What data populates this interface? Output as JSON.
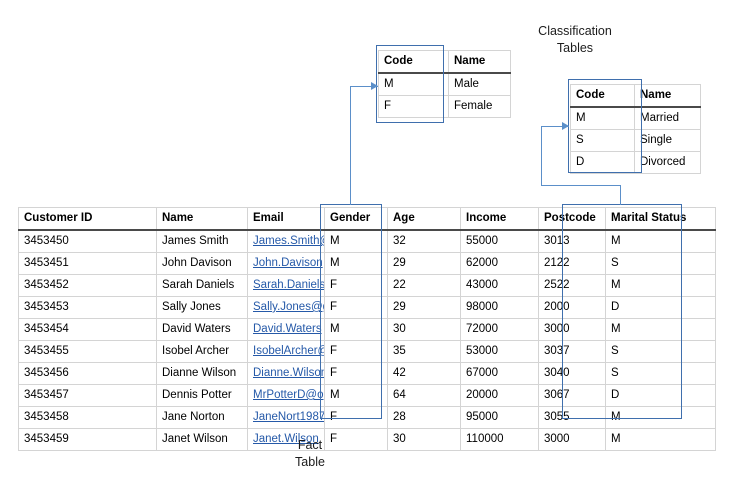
{
  "captions": {
    "classification": "Classification\nTables",
    "classification_line1": "Classification",
    "classification_line2": "Tables",
    "fact_line1": "Fact",
    "fact_line2": "Table"
  },
  "colors": {
    "accent_blue": "#3f6fad",
    "connector_blue": "#5b8fc9",
    "link_blue": "#2559a8",
    "grid_gray": "#d4d4d4",
    "header_rule": "#4a4a4a"
  },
  "gender_lookup": {
    "name": "Gender Classification Table",
    "columns": [
      "Code",
      "Name"
    ],
    "rows": [
      [
        "M",
        "Male"
      ],
      [
        "F",
        "Female"
      ]
    ]
  },
  "marital_lookup": {
    "name": "Marital Status Classification Table",
    "columns": [
      "Code",
      "Name"
    ],
    "rows": [
      [
        "M",
        "Married"
      ],
      [
        "S",
        "Single"
      ],
      [
        "D",
        "Divorced"
      ]
    ]
  },
  "fact_table": {
    "name": "Fact Table",
    "columns": [
      "Customer ID",
      "Name",
      "Email",
      "Gender",
      "Age",
      "Income",
      "Postcode",
      "Marital Status"
    ],
    "rows": [
      [
        "3453450",
        "James Smith",
        "James.Smith@",
        "M",
        "32",
        "55000",
        "3013",
        "M"
      ],
      [
        "3453451",
        "John Davison",
        "John.Davison",
        "M",
        "29",
        "62000",
        "2122",
        "S"
      ],
      [
        "3453452",
        "Sarah Daniels",
        "Sarah.Daniels",
        "F",
        "22",
        "43000",
        "2522",
        "M"
      ],
      [
        "3453453",
        "Sally Jones",
        "Sally.Jones@g",
        "F",
        "29",
        "98000",
        "2000",
        "D"
      ],
      [
        "3453454",
        "David Waters",
        "David.Waters",
        "M",
        "30",
        "72000",
        "3000",
        "M"
      ],
      [
        "3453455",
        "Isobel Archer",
        "IsobelArcher@",
        "F",
        "35",
        "53000",
        "3037",
        "S"
      ],
      [
        "3453456",
        "Dianne Wilson",
        "Dianne.Wilson",
        "F",
        "42",
        "67000",
        "3040",
        "S"
      ],
      [
        "3453457",
        "Dennis Potter",
        "MrPotterD@o",
        "M",
        "64",
        "20000",
        "3067",
        "D"
      ],
      [
        "3453458",
        "Jane Norton",
        "JaneNort1987",
        "F",
        "28",
        "95000",
        "3055",
        "M"
      ],
      [
        "3453459",
        "Janet Wilson",
        "Janet.Wilson",
        "F",
        "30",
        "110000",
        "3000",
        "M"
      ]
    ]
  },
  "connectors": [
    {
      "name": "gender-to-lookup",
      "from": "Gender column",
      "to": "Gender Classification Table"
    },
    {
      "name": "marital-to-lookup",
      "from": "Marital Status column",
      "to": "Marital Status Classification Table"
    }
  ]
}
